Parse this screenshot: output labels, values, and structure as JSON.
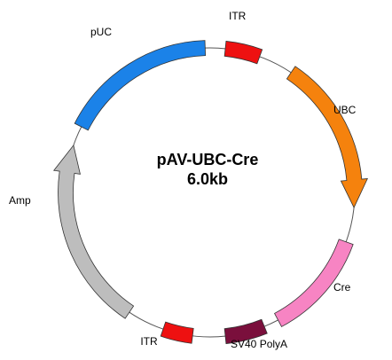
{
  "plasmid": {
    "name": "pAV-UBC-Cre",
    "size": "6.0kb"
  },
  "backbone_color": "#555555",
  "features": [
    {
      "id": "itr-top",
      "label": "ITR",
      "color": "#ee1111",
      "kind": "box"
    },
    {
      "id": "ubc",
      "label": "UBC",
      "color": "#f5820d",
      "kind": "arrow-cw"
    },
    {
      "id": "cre",
      "label": "Cre",
      "color": "#f784c3",
      "kind": "box"
    },
    {
      "id": "sv40",
      "label": "SV40 PolyA",
      "color": "#7a0f3c",
      "kind": "box"
    },
    {
      "id": "itr-bot",
      "label": "ITR",
      "color": "#ee1111",
      "kind": "box"
    },
    {
      "id": "amp",
      "label": "Amp",
      "color": "#bdbdbd",
      "kind": "arrow-ccw"
    },
    {
      "id": "puc",
      "label": "pUC",
      "color": "#1b82e8",
      "kind": "box"
    }
  ]
}
